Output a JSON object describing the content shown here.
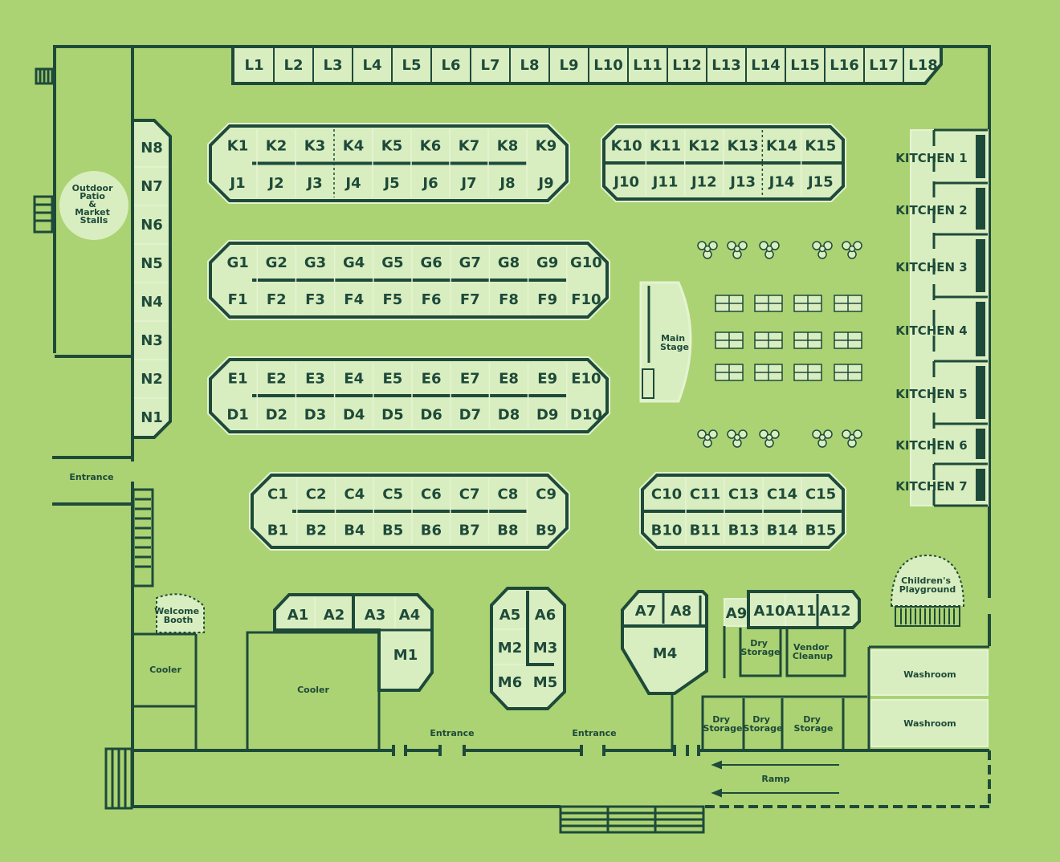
{
  "colors": {
    "background": "#abd373",
    "wall": "#1e4a3a",
    "stall_fill": "#d9eec0",
    "stall_border": "#1e4a3a",
    "outline_light": "#e4f3d2"
  },
  "areas": {
    "outdoor_patio": "Outdoor Patio & Market Stalls",
    "main_stage": "Main Stage",
    "welcome_booth": "Welcome Booth",
    "childrens_playground": "Children's Playground",
    "cooler_left": "Cooler",
    "cooler_main": "Cooler",
    "dry_storage_upper": "Dry Storage",
    "vendor_cleanup": "Vendor Cleanup",
    "dry_storage_1": "Dry Storage",
    "dry_storage_2": "Dry Storage",
    "dry_storage_3": "Dry Storage",
    "washroom_1": "Washroom",
    "washroom_2": "Washroom",
    "ramp": "Ramp",
    "entrance_left": "Entrance",
    "entrance_bottom_1": "Entrance",
    "entrance_bottom_2": "Entrance"
  },
  "kitchens": [
    "KITCHEN 1",
    "KITCHEN 2",
    "KITCHEN 3",
    "KITCHEN 4",
    "KITCHEN 5",
    "KITCHEN 6",
    "KITCHEN 7"
  ],
  "rows": {
    "L": [
      "L1",
      "L2",
      "L3",
      "L4",
      "L5",
      "L6",
      "L7",
      "L8",
      "L9",
      "L10",
      "L11",
      "L12",
      "L13",
      "L14",
      "L15",
      "L16",
      "L17",
      "L18"
    ],
    "N": [
      "N8",
      "N7",
      "N6",
      "N5",
      "N4",
      "N3",
      "N2",
      "N1"
    ],
    "K_left": [
      "K1",
      "K2",
      "K3",
      "K4",
      "K5",
      "K6",
      "K7",
      "K8",
      "K9"
    ],
    "J_left": [
      "J1",
      "J2",
      "J3",
      "J4",
      "J5",
      "J6",
      "J7",
      "J8",
      "J9"
    ],
    "K_right": [
      "K10",
      "K11",
      "K12",
      "K13",
      "K14",
      "K15"
    ],
    "J_right": [
      "J10",
      "J11",
      "J12",
      "J13",
      "J14",
      "J15"
    ],
    "G": [
      "G1",
      "G2",
      "G3",
      "G4",
      "G5",
      "G6",
      "G7",
      "G8",
      "G9",
      "G10"
    ],
    "F": [
      "F1",
      "F2",
      "F3",
      "F4",
      "F5",
      "F6",
      "F7",
      "F8",
      "F9",
      "F10"
    ],
    "E": [
      "E1",
      "E2",
      "E3",
      "E4",
      "E5",
      "E6",
      "E7",
      "E8",
      "E9",
      "E10"
    ],
    "D": [
      "D1",
      "D2",
      "D3",
      "D4",
      "D5",
      "D6",
      "D7",
      "D8",
      "D9",
      "D10"
    ],
    "C_left": [
      "C1",
      "C2",
      "C4",
      "C5",
      "C6",
      "C7",
      "C8",
      "C9"
    ],
    "B_left": [
      "B1",
      "B2",
      "B4",
      "B5",
      "B6",
      "B7",
      "B8",
      "B9"
    ],
    "C_right": [
      "C10",
      "C11",
      "C13",
      "C14",
      "C15"
    ],
    "B_right": [
      "B10",
      "B11",
      "B13",
      "B14",
      "B15"
    ],
    "A_left": [
      "A1",
      "A2",
      "A3",
      "A4"
    ],
    "M1": "M1",
    "A_center": [
      "A5",
      "A6"
    ],
    "M_center": [
      "M2",
      "M3",
      "M6",
      "M5"
    ],
    "A_right": [
      "A7",
      "A8"
    ],
    "M4": "M4",
    "A9": "A9",
    "A_far": [
      "A10",
      "A11",
      "A12"
    ]
  },
  "icons": [
    "table-cluster-icon",
    "picnic-table-icon",
    "slide-icon",
    "stairs-icon"
  ]
}
